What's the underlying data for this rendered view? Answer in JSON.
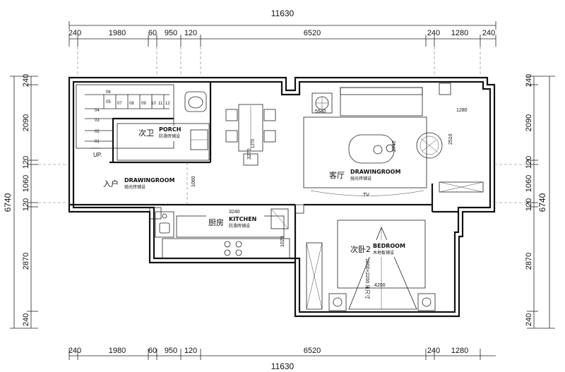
{
  "dimensions": {
    "top_total": "11630",
    "bottom_total": "11630",
    "top_segments": [
      "240",
      "1980",
      "60",
      "950",
      "120",
      "6520",
      "240",
      "1280",
      "240"
    ],
    "bottom_segments": [
      "240",
      "1980",
      "60",
      "950",
      "120",
      "6520",
      "240",
      "1280"
    ],
    "left_total": "6740",
    "right_total": "6740",
    "left_segments": [
      "240",
      "2090",
      "120",
      "1060",
      "120",
      "2870",
      "240"
    ],
    "right_segments": [
      "240",
      "2090",
      "120",
      "1060",
      "120",
      "2870",
      "240"
    ]
  },
  "rooms": {
    "porch": {
      "name_cn": "次卫",
      "name_en": "PORCH",
      "floor": "防滑砖铺设"
    },
    "entry": {
      "name_cn": "入户",
      "name_en": "DRAWINGROOM",
      "floor": "抛光砖铺设"
    },
    "living": {
      "name_cn": "客厅",
      "name_en": "DRAWINGROOM",
      "floor": "抛光砖铺设"
    },
    "kitchen": {
      "name_cn": "厨房",
      "name_en": "KITCHEN",
      "floor": "防滑砖铺设"
    },
    "bedroom": {
      "name_cn": "次卧2",
      "name_en": "BEDROOM",
      "floor": "木地板铺设"
    }
  },
  "annotations": {
    "up": "UP.",
    "stair_numbers": [
      "06",
      "05",
      "04",
      "03",
      "02",
      "01",
      "07",
      "08",
      "09",
      "10",
      "11",
      "12"
    ],
    "m_1060": "1060",
    "m_1270": "1270",
    "m_3240": "3240",
    "m_1020": "1020",
    "m_1280": "1280",
    "m_2510": "2510",
    "m_3270": "3270",
    "m_5940": "5940",
    "m_2740": "2740",
    "m_4200": "4200",
    "m_tv": "TV",
    "bed_size": "1800×2200 床尺寸"
  }
}
